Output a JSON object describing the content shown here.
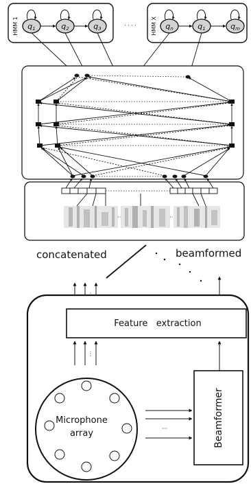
{
  "hmm_blocks": [
    {
      "title": "HMM 1",
      "states": [
        "q1",
        "q2",
        "q3"
      ],
      "state_display": [
        {
          "base": "q",
          "sub": "1"
        },
        {
          "base": "q",
          "sub": "2"
        },
        {
          "base": "q",
          "sub": "3"
        }
      ]
    },
    {
      "title": "HMM X",
      "states": [
        "qn",
        "q1",
        "qm"
      ],
      "state_display": [
        {
          "base": "q",
          "sub": "n"
        },
        {
          "base": "q",
          "sub": "1"
        },
        {
          "base": "q",
          "sub": "m"
        }
      ]
    }
  ],
  "hmm_gap_text": "· · · ·",
  "labels": {
    "concatenated": "concatenated",
    "beamformed": "beamformed",
    "feature_extraction": "Feature   extraction",
    "beamformer": "Beamformer",
    "microphone_line1": "Microphone",
    "microphone_line2": "array",
    "ellipsis_h": "···",
    "ellipsis_v": "⋮"
  },
  "colors": {
    "stroke": "#111111",
    "spectrogram_light": "#e6e6e6",
    "spectrogram_dark": "#9a9a9a"
  }
}
